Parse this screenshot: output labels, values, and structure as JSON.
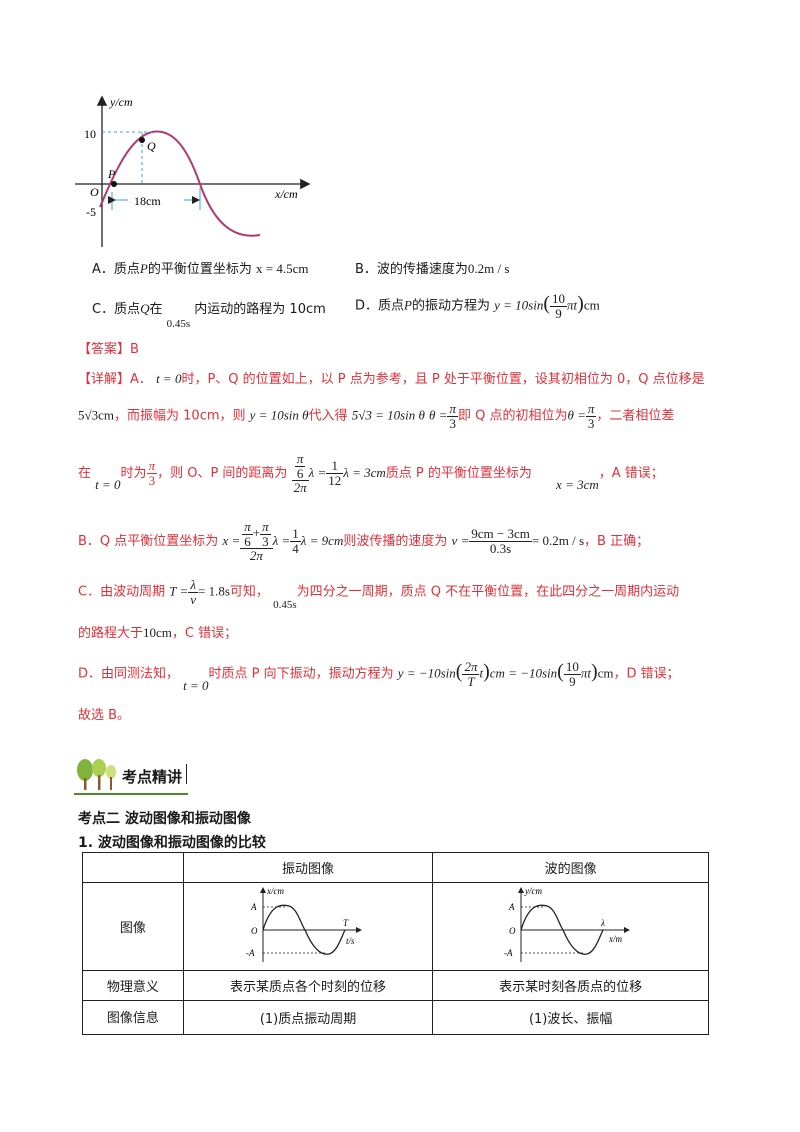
{
  "graph": {
    "y_axis": "y/cm",
    "x_axis": "x/cm",
    "tick_10": "10",
    "tick_neg5": "-5",
    "origin": "O",
    "point_p": "P",
    "point_q": "Q",
    "distance": "18cm"
  },
  "options": {
    "a_pre": "A．质点",
    "a_var": "P",
    "a_mid": "的平衡位置坐标为",
    "a_expr": "x = 4.5cm",
    "b_pre": "B．波的传播速度为",
    "b_expr": "0.2m / s",
    "c_pre": "C．质点",
    "c_var": "Q",
    "c_mid": "在",
    "c_time": "0.45s",
    "c_post": "内运动的路程为 10cm",
    "d_pre": "D．质点",
    "d_var": "P",
    "d_mid": "的振动方程为",
    "d_expr1": "y = 10sin",
    "d_frac_num": "10",
    "d_frac_den": "9",
    "d_expr2": "πt",
    "d_unit": "cm"
  },
  "answer": {
    "label": "【答案】B",
    "detail_label": "【详解】",
    "l1_a": "A．",
    "l1_t": "t = 0",
    "l1_b": "时，P、Q 的位置如上，以 P 点为参考，且 P 处于平衡位置，设其初相位为 0，Q 点位移是",
    "l2_val": "5√3cm",
    "l2_a": "，而振幅为 10cm，则",
    "l2_eq1": "y = 10sin θ",
    "l2_b": "代入得",
    "l2_eq2": "5√3 = 10sin θ",
    "l2_theta": "θ =",
    "l2_pi": "π",
    "l2_3": "3",
    "l2_c": "即 Q 点的初相位为",
    "l2_theta2": "θ =",
    "l2_d": "，二者相位差",
    "l3_a": "在",
    "l3_t": "t = 0",
    "l3_b": "时为",
    "l3_c": "，则 O、P 间的距离为",
    "l3_frac_num": "π",
    "l3_frac_num2": "6",
    "l3_frac_den": "2π",
    "l3_lambda": "λ =",
    "l3_1": "1",
    "l3_12": "12",
    "l3_res": "λ = 3cm",
    "l3_d": "质点 P 的平衡位置坐标为",
    "l3_x": "x = 3cm",
    "l3_e": "，A 错误；",
    "l4_a": "B．Q 点平衡位置坐标为",
    "l4_x": "x =",
    "l4_pi6": "π",
    "l4_6": "6",
    "l4_plus": "+",
    "l4_pi3": "π",
    "l4_3": "3",
    "l4_2pi": "2π",
    "l4_lam": "λ =",
    "l4_1": "1",
    "l4_4": "4",
    "l4_res": "λ = 9cm",
    "l4_b": "则波传播的速度为",
    "l4_v": "v =",
    "l4_num": "9cm − 3cm",
    "l4_den": "0.3s",
    "l4_vres": "= 0.2m / s",
    "l4_c": "，B 正确；",
    "l5_a": "C．由波动周期",
    "l5_T": "T =",
    "l5_lam": "λ",
    "l5_v": "v",
    "l5_res": "= 1.8s",
    "l5_b": "可知，",
    "l5_time": "0.45s",
    "l5_c": "为四分之一周期，质点 Q 不在平衡位置，在此四分之一周期内运动",
    "l6_a": "的路程大于",
    "l6_val": "10cm",
    "l6_b": "，C 错误；",
    "l7_a": "D．由同测法知，",
    "l7_t": "t = 0",
    "l7_b": "时质点 P 向下振动，振动方程为",
    "l7_eq1": "y = −10sin",
    "l7_2pi": "2π",
    "l7_T": "T",
    "l7_t2": "t",
    "l7_mid": "cm = −10sin",
    "l7_10": "10",
    "l7_9": "9",
    "l7_pit": "πt",
    "l7_cm": "cm",
    "l7_c": "，D 错误；",
    "l8": "故选 B。"
  },
  "section": {
    "banner": "考点精讲",
    "title": "考点二  波动图像和振动图像",
    "subtitle": "1.  波动图像和振动图像的比较"
  },
  "table": {
    "header_col1": "",
    "header_col2": "振动图像",
    "header_col3": "波的图像",
    "row1_label": "图像",
    "row2_label": "物理意义",
    "row2_col2": "表示某质点各个时刻的位移",
    "row2_col3": "表示某时刻各质点的位移",
    "row3_label": "图像信息",
    "row3_col2": "(1)质点振动周期",
    "row3_col3": "(1)波长、振幅",
    "vib_y": "x/cm",
    "vib_x": "t/s",
    "vib_A": "A",
    "vib_O": "O",
    "vib_negA": "-A",
    "vib_T": "T",
    "wave_y": "y/cm",
    "wave_x": "x/m",
    "wave_A": "A",
    "wave_O": "O",
    "wave_negA": "-A",
    "wave_lambda": "λ"
  }
}
